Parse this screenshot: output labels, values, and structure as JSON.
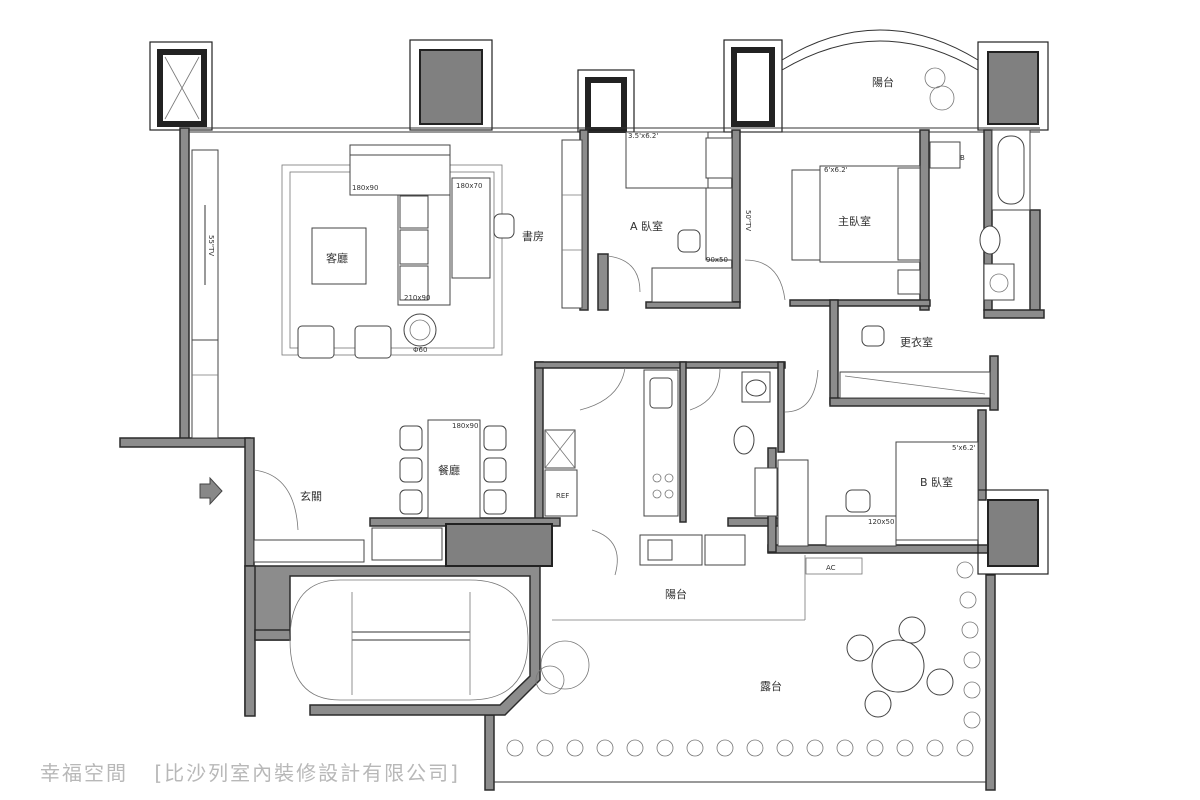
{
  "rooms": {
    "living": "客廳",
    "study": "書房",
    "bedroom_a": "A 臥室",
    "master": "主臥室",
    "closet": "更衣室",
    "dining": "餐廳",
    "entry": "玄關",
    "bedroom_b": "B 臥室",
    "balcony_top": "陽台",
    "balcony_bottom": "陽台",
    "terrace": "露台"
  },
  "labels": {
    "sofa_top": "180x90",
    "sofa_side": "210x90",
    "desk_study": "180x70",
    "tv_living": "55\"TV",
    "tv_a": "50\"TV",
    "bed_a": "3.5'x6.2'",
    "desk_a": "90x50",
    "bed_master": "6'x6.2'",
    "bath_b": "B",
    "table_dining": "180x90",
    "side_table": "Φ60",
    "fridge": "REF",
    "bed_b": "5'x6.2'",
    "desk_b": "120x50",
    "ac": "AC"
  },
  "watermark": {
    "logo": "幸福空間",
    "company": "[比沙列室內裝修設計有限公司]"
  }
}
